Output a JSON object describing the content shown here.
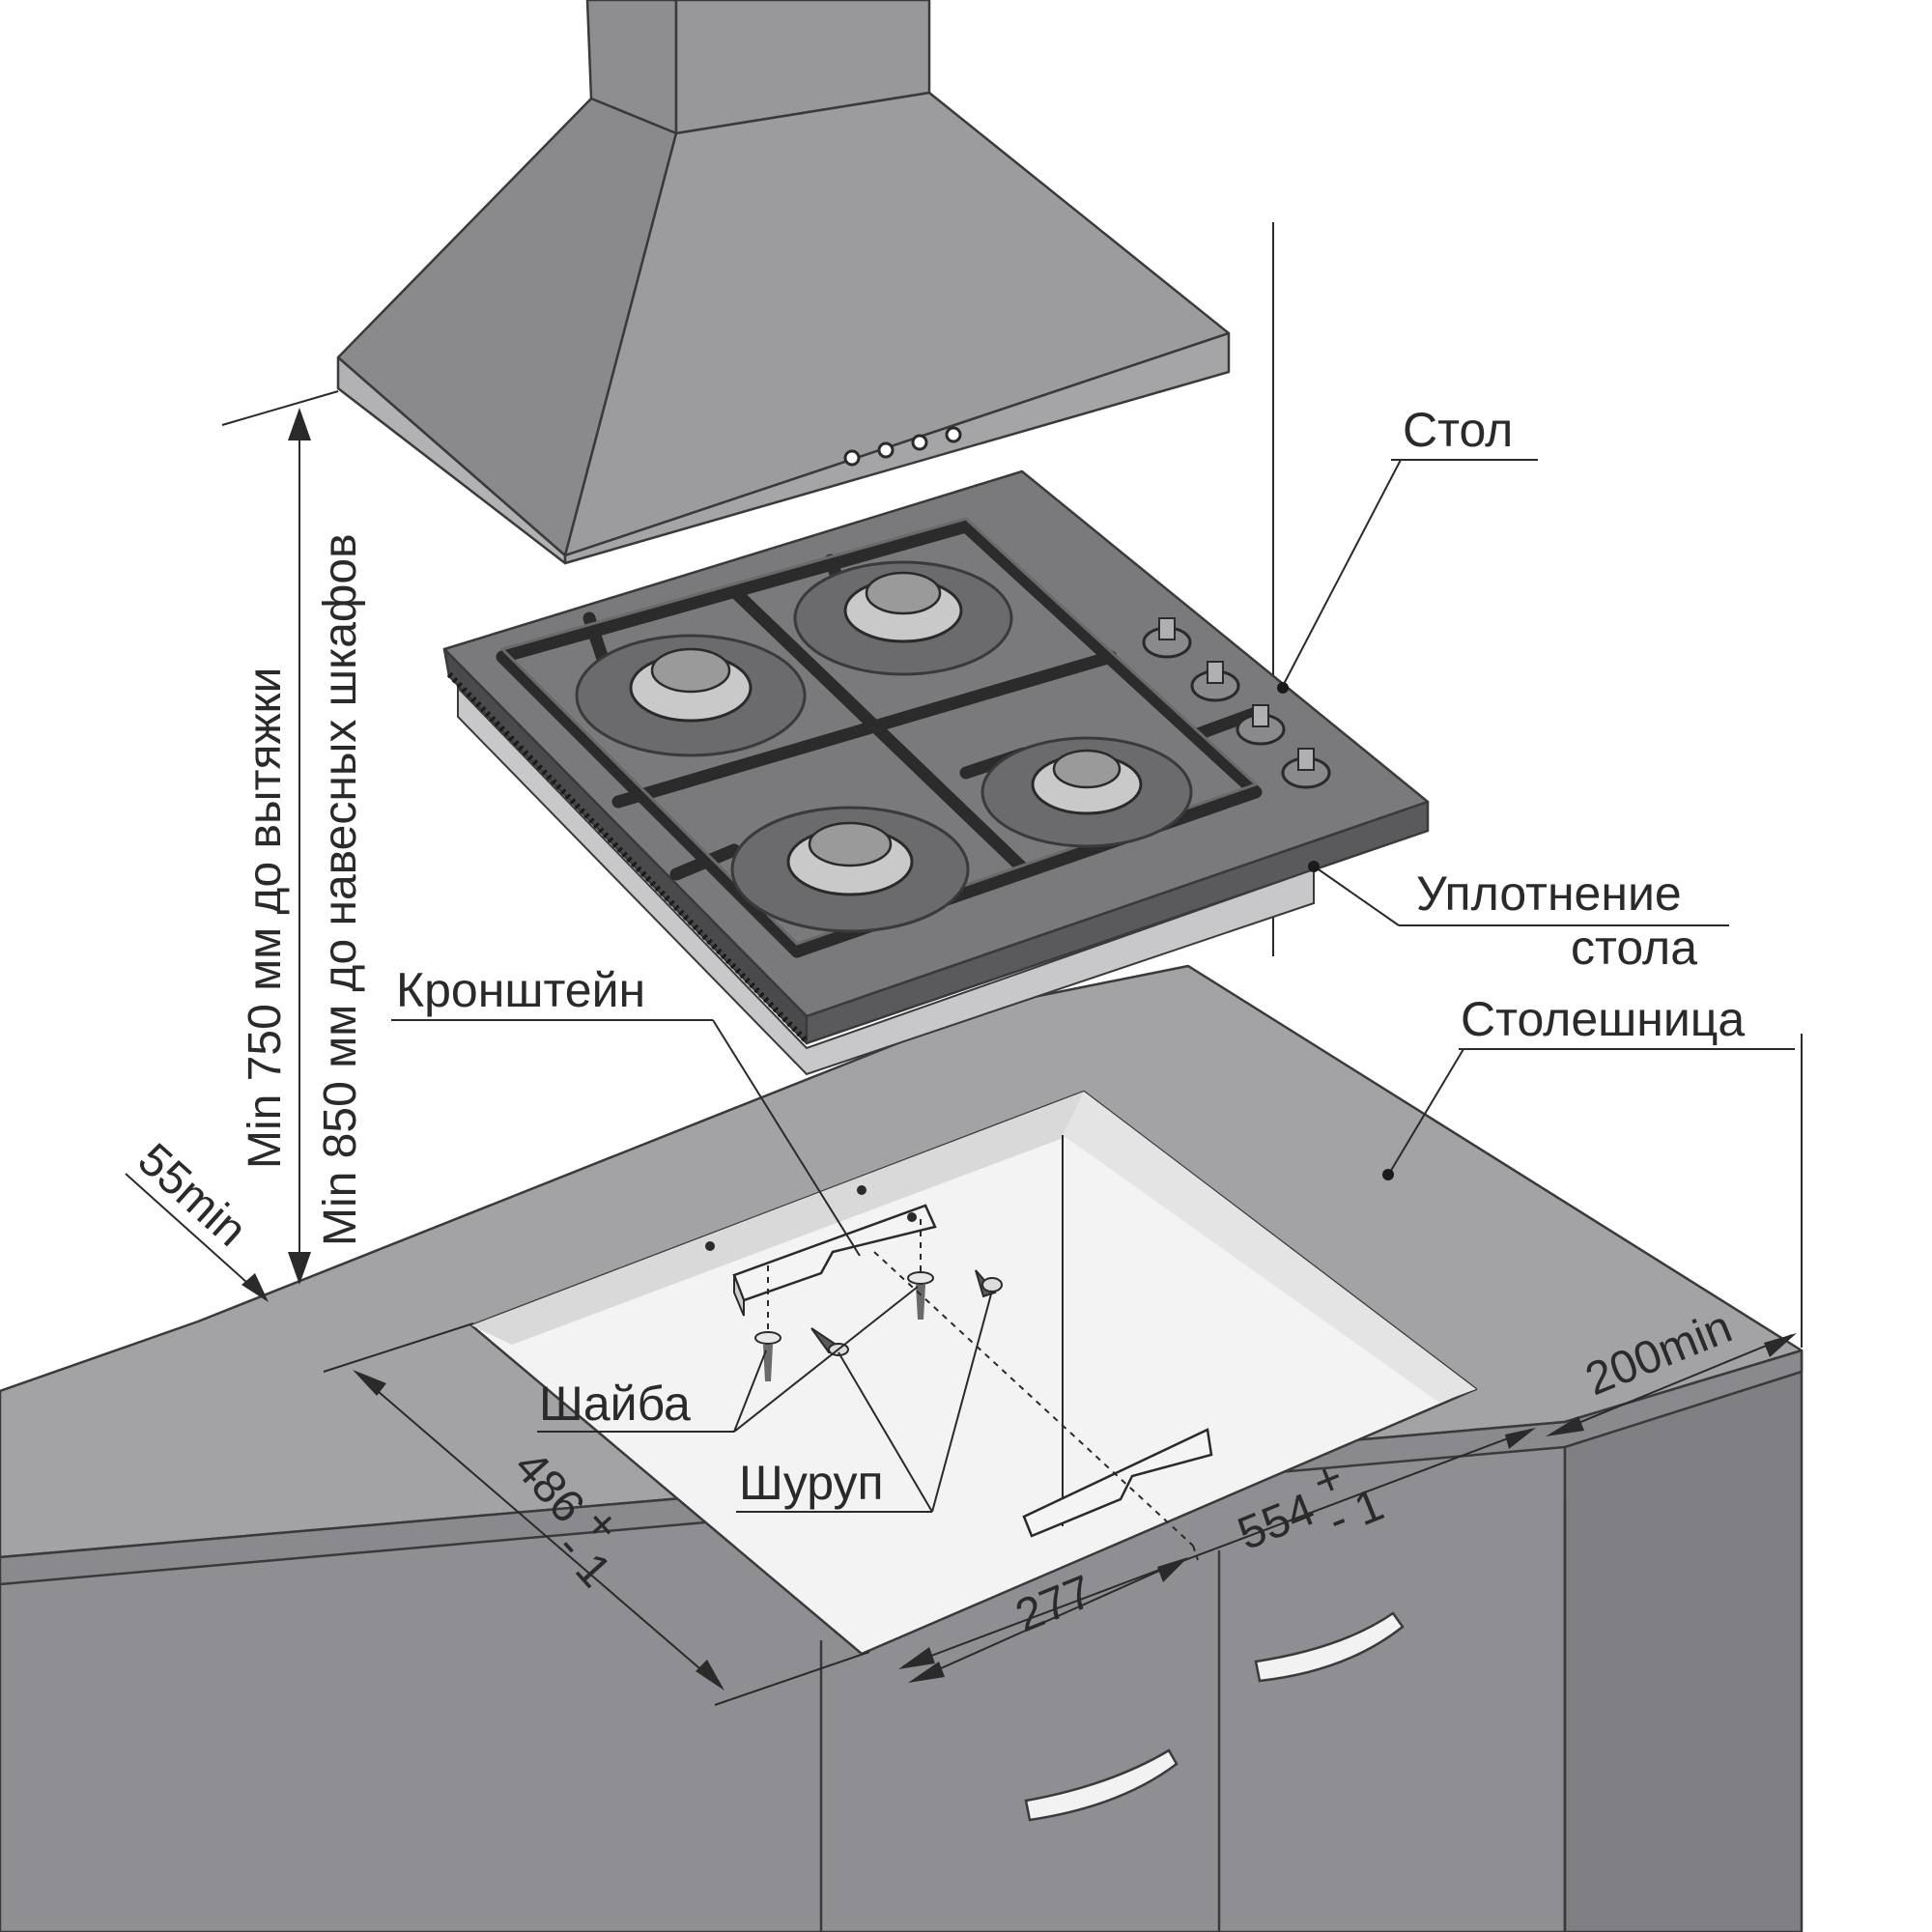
{
  "labels": {
    "table": "Стол",
    "seal_line1": "Уплотнение",
    "seal_line2": "стола",
    "worktop": "Столешница",
    "bracket": "Кронштейн",
    "washer": "Шайба",
    "screw": "Шуруп"
  },
  "dimensions": {
    "hood_clearance": "Min 750 мм до вытяжки",
    "cabinet_clearance": "Min 850 мм до навесных шкафов",
    "front_margin": "55min",
    "side_margin": "200min",
    "cutout_depth": "486",
    "cutout_width": "554",
    "tolerance_plus": "+",
    "tolerance_minus": "- 1",
    "bracket_offset": "277"
  },
  "colors": {
    "worktop": "#a3a3a6",
    "cabinet": "#8e8e92",
    "hood": "#8f8f92",
    "hob_glass": "#7a7a7d",
    "cutout_inner": "#f3f3f3"
  }
}
